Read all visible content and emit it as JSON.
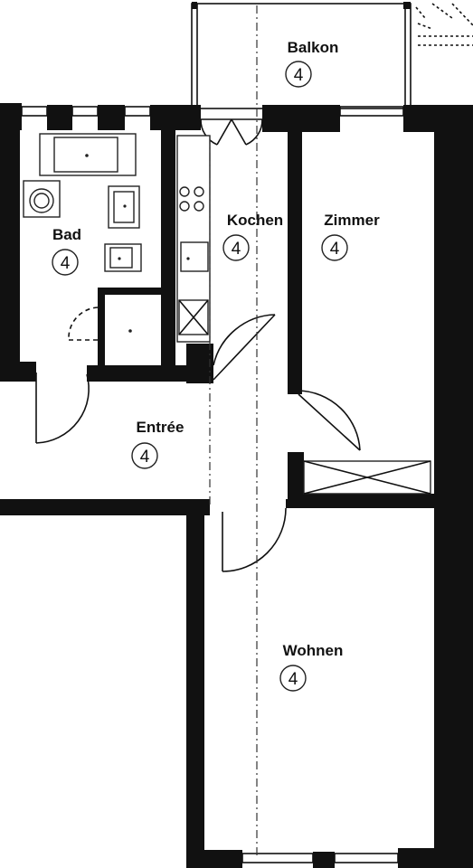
{
  "rooms": {
    "balkon": {
      "name": "Balkon",
      "number": "4"
    },
    "kochen": {
      "name": "Kochen",
      "number": "4"
    },
    "zimmer": {
      "name": "Zimmer",
      "number": "4"
    },
    "bad": {
      "name": "Bad",
      "number": "4"
    },
    "entree": {
      "name": "Entrée",
      "number": "4"
    },
    "wohnen": {
      "name": "Wohnen",
      "number": "4"
    }
  },
  "colors": {
    "wall": "#111111",
    "background": "#ffffff",
    "line": "#222222"
  }
}
